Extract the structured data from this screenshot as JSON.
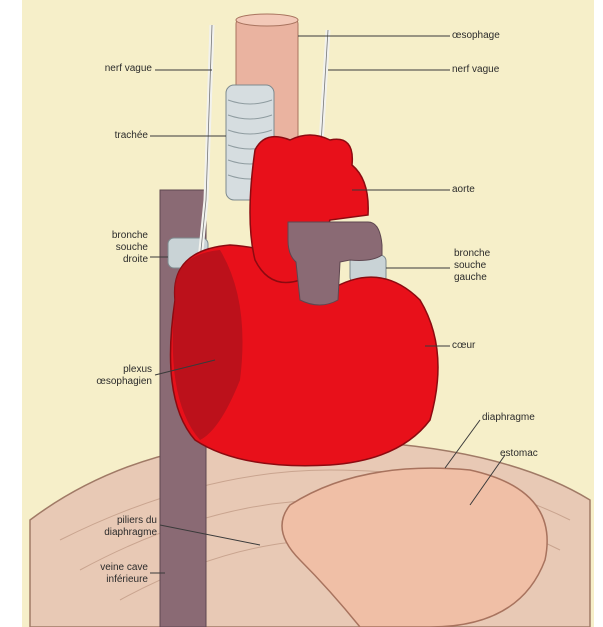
{
  "colors": {
    "background": "#f6efc9",
    "heart_red": "#e8101a",
    "heart_dark": "#b0121c",
    "vessel_purple": "#8a6a74",
    "esophagus": "#eab3a0",
    "trachea": "#d6dde0",
    "stomach": "#f0bfa6",
    "diaphragm": "#e8c9b5"
  },
  "labels": {
    "oesophage": "œsophage",
    "nerf_vague_left": "nerf vague",
    "nerf_vague_right": "nerf vague",
    "trachee": "trachée",
    "aorte": "aorte",
    "bronche_droite": [
      "bronche",
      "souche",
      "droite"
    ],
    "bronche_gauche": [
      "bronche",
      "souche",
      "gauche"
    ],
    "coeur": "cœur",
    "plexus": [
      "plexus",
      "œsophagien"
    ],
    "diaphragme": "diaphragme",
    "estomac": "estomac",
    "piliers": [
      "piliers du",
      "diaphragme"
    ],
    "veine_cave": [
      "veine cave",
      "inférieure"
    ]
  }
}
